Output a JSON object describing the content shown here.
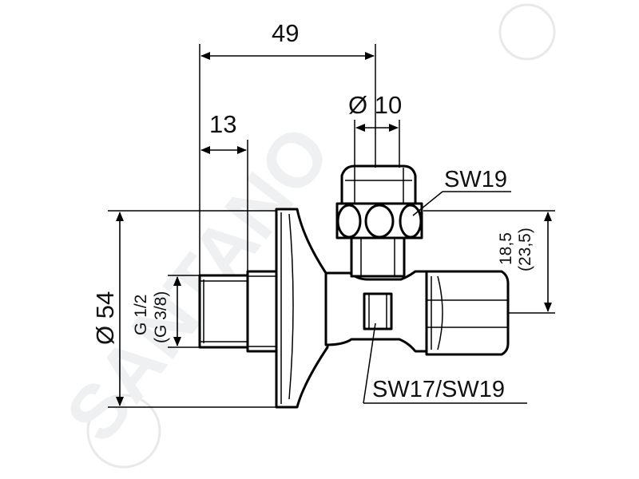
{
  "dimensions": {
    "overall_length": "49",
    "outlet_offset": "13",
    "stem_diameter": "Ø 10",
    "body_diameter": "Ø 54",
    "thread_main": "G 1/2",
    "thread_alt": "(G 3/8)",
    "outlet_height_main": "18,5",
    "outlet_height_alt": "(23,5)"
  },
  "callouts": {
    "top_nut": "SW19",
    "body_nut": "SW17/SW19"
  },
  "watermark": {
    "brand": "SANTANO"
  }
}
